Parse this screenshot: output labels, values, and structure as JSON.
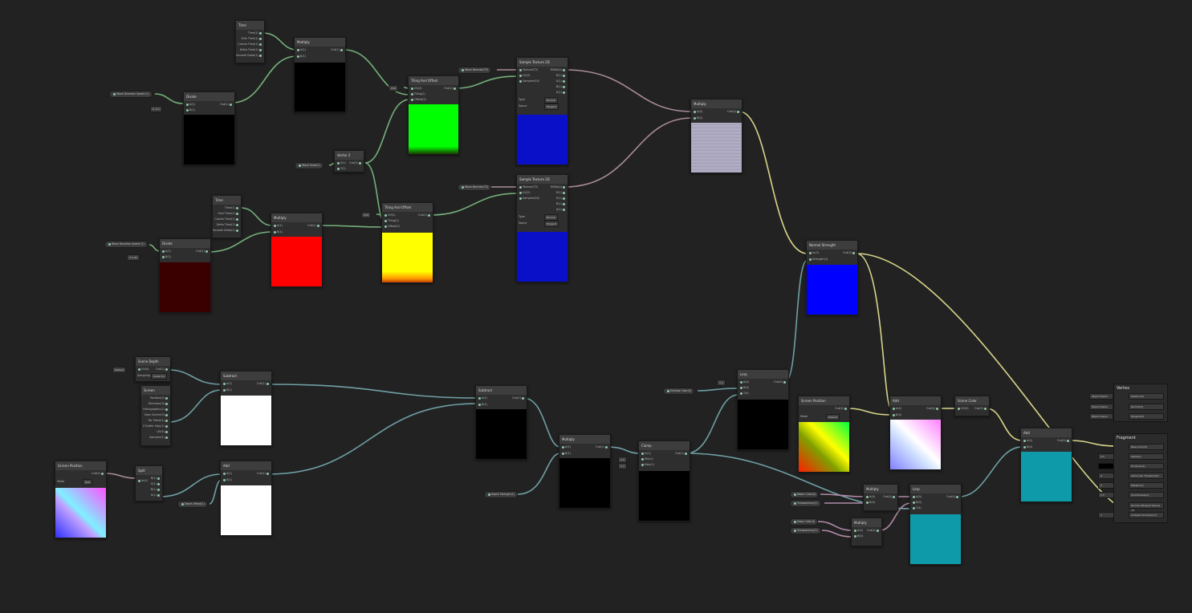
{
  "colors": {
    "background": "#222222",
    "wire_float": "#74b07a",
    "wire_vec": "#d8d68a",
    "wire_tex": "#a98a9a",
    "wire_uv": "#6fa0a4"
  },
  "nodes": {
    "time_top": {
      "title": "Time",
      "ports_out": [
        "Time(1)",
        "Sine Time(1)",
        "Cosine Time(1)",
        "Delta Time(1)",
        "Smooth Delta(1)"
      ]
    },
    "multiply_top": {
      "title": "Multiply",
      "in": [
        "A(1)",
        "B(1)"
      ],
      "out": "Out(1)"
    },
    "divide_top": {
      "title": "Divide",
      "in": [
        "A(1)",
        "B(1)"
      ],
      "out": "Out(1)",
      "field_a": "X",
      "field_a_val": "-0.1",
      "field_b": "X",
      "field_b_val": "-0.1"
    },
    "wave_prop_top": {
      "label": "Wave Direction Speed (1)"
    },
    "tiling_top": {
      "title": "Tiling And Offset",
      "in": [
        "UV(2)",
        "Tiling(2)",
        "Offset(2)"
      ],
      "out": "Out(2)",
      "uv_label": "UV0"
    },
    "sample_top": {
      "title": "Sample Texture 2D",
      "in": [
        "Texture(T2)",
        "UV(2)",
        "Sampler(SS)"
      ],
      "out": [
        "RGBA(4)",
        "R(1)",
        "G(1)",
        "B(1)",
        "A(1)"
      ],
      "type_label": "Type",
      "type_val": "Normal",
      "space_label": "Space",
      "space_val": "Tangent"
    },
    "normal_prop_top": {
      "label": "Wave Normals(T2)"
    },
    "multiply_right": {
      "title": "Multiply",
      "in": [
        "A(4)",
        "B(4)"
      ],
      "out": "Out(4)"
    },
    "vector2": {
      "title": "Vector 2",
      "in": [
        "X(1)",
        "Y(1)"
      ],
      "out": "Out(2)"
    },
    "wave_scale_prop": {
      "label": "Wave Scale(1)"
    },
    "time_mid": {
      "title": "Time",
      "ports_out": [
        "Time(1)",
        "Sine Time(1)",
        "Cosine Time(1)",
        "Delta Time(1)",
        "Smooth Delta(1)"
      ]
    },
    "multiply_mid": {
      "title": "Multiply",
      "in": [
        "A(1)",
        "B(1)"
      ],
      "out": "Out(1)"
    },
    "divide_mid": {
      "title": "Divide",
      "in": [
        "A(1)",
        "B(1)"
      ],
      "out": "Out(1)",
      "field_a": "X",
      "field_a_val": "-0.05",
      "field_b": "X",
      "field_b_val": "0.05"
    },
    "wave_prop_mid": {
      "label": "Wave Direction Speed (1)"
    },
    "tiling_mid": {
      "title": "Tiling And Offset",
      "in": [
        "UV(2)",
        "Tiling(2)",
        "Offset(2)"
      ],
      "out": "Out(2)",
      "uv_label": "UV0"
    },
    "sample_mid": {
      "title": "Sample Texture 2D",
      "in": [
        "Texture(T2)",
        "UV(2)",
        "Sampler(SS)"
      ],
      "out": [
        "RGBA(4)",
        "R(1)",
        "G(1)",
        "B(1)",
        "A(1)"
      ],
      "type_label": "Type",
      "type_val": "Normal",
      "space_label": "Space",
      "space_val": "Tangent"
    },
    "normal_prop_mid": {
      "label": "Wave Normals(T2)"
    },
    "normal_strength": {
      "title": "Normal Strength",
      "in": [
        "In(3)",
        "Strength(1)"
      ],
      "out": "Out(3)"
    },
    "screen_depth": {
      "title": "Scene Depth",
      "in": [
        "UV(4)"
      ],
      "out": "Out(1)",
      "mode": "Default",
      "sampling": "Sampling",
      "sampling_val": "Linear 01"
    },
    "screen_pos_bb": {
      "title": "Screen",
      "ports_out": [
        "Position(4)",
        "Direction(3)",
        "Orthographic(1)",
        "View Center(3)",
        "Far Plane(1)",
        "Z Buffer Sign(1)",
        "UV(4)",
        "Sampler(1)"
      ]
    },
    "subtract_left": {
      "title": "Subtract",
      "in": [
        "A(1)",
        "B(1)"
      ],
      "out": "Out(1)"
    },
    "screen_position": {
      "title": "Screen Position",
      "out": "Out(4)",
      "mode_label": "Mode",
      "mode_val": "Raw"
    },
    "split": {
      "title": "Split",
      "in": [
        "In(4)"
      ],
      "out": [
        "R(1)",
        "G(1)",
        "B(1)",
        "A(1)"
      ]
    },
    "add_left": {
      "title": "Add",
      "in": [
        "A(1)",
        "B(1)"
      ],
      "out": "Out(1)"
    },
    "depth_offset_prop": {
      "label": "Depth Offset(1)"
    },
    "subtract_mid": {
      "title": "Subtract",
      "in": [
        "A(1)",
        "B(1)"
      ],
      "out": "Out(1)"
    },
    "multiply_low": {
      "title": "Multiply",
      "in": [
        "A(1)",
        "B(1)"
      ],
      "out": "Out(1)"
    },
    "depth_strength_prop": {
      "label": "Depth Strength(1)"
    },
    "clamp": {
      "title": "Clamp",
      "in": [
        "In(1)",
        "Min(1)",
        "Max(1)"
      ],
      "out": "Out(1)",
      "min": "0",
      "max": "1"
    },
    "lerp_mid": {
      "title": "Lerp",
      "in": [
        "A(4)",
        "B(4)",
        "T(4)"
      ],
      "out": "Out(4)",
      "a": "X",
      "a_val": "0"
    },
    "shallow_prop": {
      "label": "Shallow Color(4)"
    },
    "screen_position_2": {
      "title": "Screen Position",
      "out": "Out(4)",
      "mode_label": "Mode",
      "mode_val": "Default"
    },
    "add_color": {
      "title": "Add",
      "in": [
        "A(4)",
        "B(4)"
      ],
      "out": "Out(4)"
    },
    "scene_color": {
      "title": "Scene Color",
      "in": [
        "UV(4)"
      ],
      "out": "Out(3)"
    },
    "multiply_c1": {
      "title": "Multiply",
      "in": [
        "A(4)",
        "B(4)"
      ],
      "out": "Out(4)"
    },
    "water_color_prop": {
      "label": "Water Color(4)"
    },
    "transparency_prop": {
      "label": "Transparency(1)"
    },
    "multiply_c2": {
      "title": "Multiply",
      "in": [
        "A(4)",
        "B(4)"
      ],
      "out": "Out(4)"
    },
    "deep_color_prop": {
      "label": "Deep Color(4)"
    },
    "transparency_prop2": {
      "label": "Transparency(1)"
    },
    "lerp_right": {
      "title": "Lerp",
      "in": [
        "A(4)",
        "B(4)",
        "T(4)"
      ],
      "out": "Out(4)"
    },
    "add_final": {
      "title": "Add",
      "in": [
        "A(4)",
        "B(4)"
      ],
      "out": "Out(4)"
    }
  },
  "master": {
    "vertex_title": "Vertex",
    "vertex_rows": [
      {
        "space": "Object Space",
        "label": "Position(3)"
      },
      {
        "space": "Object Space",
        "label": "Normal(3)"
      },
      {
        "space": "Object Space",
        "label": "Tangent(3)"
      }
    ],
    "fragment_title": "Fragment",
    "fragment_rows": [
      {
        "label": "Base Color(3)"
      },
      {
        "val": "0.5",
        "label": "Alpha(1)"
      },
      {
        "val": "",
        "label": "Emission(3)"
      },
      {
        "val": "0",
        "label": "Alpha Clip Threshold(1)"
      },
      {
        "val": "0",
        "label": "Metallic(1)"
      },
      {
        "val": "0.5",
        "label": "Smoothness(1)"
      },
      {
        "label": "Normal (Tangent Space)(3)"
      },
      {
        "val": "1",
        "label": "Ambient Occlusion(1)"
      }
    ]
  }
}
